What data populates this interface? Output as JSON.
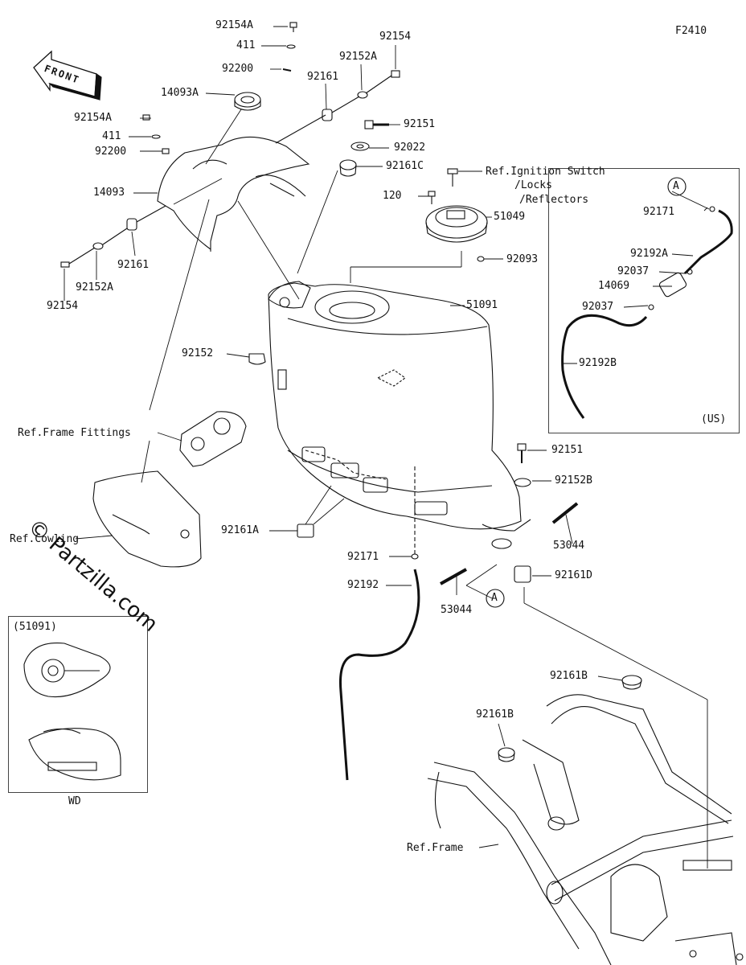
{
  "figure_code": "F2410",
  "front_label": "FRONT",
  "watermark": "© Partzilla.com",
  "inset_wd": {
    "ref": "(51091)",
    "caption": "WD"
  },
  "inset_us": {
    "caption": "(US)",
    "callout": "A"
  },
  "callouts": {
    "a1": "A",
    "a2": "A"
  },
  "labels": {
    "p92154A_top": "92154A",
    "p411_top": "411",
    "p92200_top": "92200",
    "p14093A": "14093A",
    "p92161_top": "92161",
    "p92152A_top": "92152A",
    "p92154_top": "92154",
    "p92151_top": "92151",
    "p92022": "92022",
    "p92161C": "92161C",
    "ref_ignition": "Ref.Ignition Switch",
    "ref_locks": "/Locks",
    "ref_reflectors": "/Reflectors",
    "p120": "120",
    "p51049": "51049",
    "p92093": "92093",
    "p92154A_left": "92154A",
    "p411_left": "411",
    "p92200_left": "92200",
    "p14093": "14093",
    "p92161_left": "92161",
    "p92152A_left": "92152A",
    "p92154_left": "92154",
    "p51091": "51091",
    "p92152": "92152",
    "ref_frame_fittings": "Ref.Frame Fittings",
    "ref_cowling": "Ref.Cowling",
    "p92161A": "92161A",
    "p92171_main": "92171",
    "p92192": "92192",
    "p53044_left": "53044",
    "p53044_right": "53044",
    "p92151_right": "92151",
    "p92152B": "92152B",
    "p92161D": "92161D",
    "p92161B_right": "92161B",
    "p92161B_left": "92161B",
    "ref_frame": "Ref.Frame",
    "us_92171": "92171",
    "us_92192A": "92192A",
    "us_92037_top": "92037",
    "us_14069": "14069",
    "us_92037_bottom": "92037",
    "us_92192B": "92192B"
  }
}
